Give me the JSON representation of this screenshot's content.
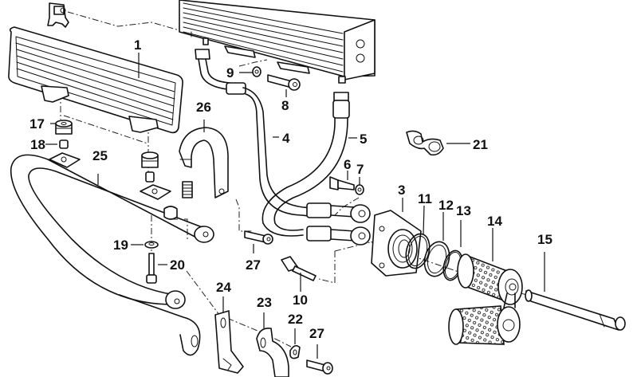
{
  "diagram": {
    "title": "Oil cooler assembly – exploded parts view",
    "callouts": [
      {
        "id": "1",
        "part": "oil-cooler-grille"
      },
      {
        "id": "3",
        "part": "filter-housing-flange"
      },
      {
        "id": "4",
        "part": "oil-cooler-line-feed"
      },
      {
        "id": "5",
        "part": "oil-cooler-line-return"
      },
      {
        "id": "6",
        "part": "hollow-bolt"
      },
      {
        "id": "7",
        "part": "seal-ring"
      },
      {
        "id": "8",
        "part": "hex-socket-screw"
      },
      {
        "id": "9",
        "part": "washer"
      },
      {
        "id": "10",
        "part": "hex-socket-screw"
      },
      {
        "id": "11",
        "part": "o-ring"
      },
      {
        "id": "12",
        "part": "gasket-ring"
      },
      {
        "id": "13",
        "part": "o-ring-small"
      },
      {
        "id": "14",
        "part": "oil-filter-element"
      },
      {
        "id": "15",
        "part": "filter-center-bolt"
      },
      {
        "id": "17",
        "part": "rubber-mount"
      },
      {
        "id": "18",
        "part": "spacer-sleeve"
      },
      {
        "id": "19",
        "part": "washer"
      },
      {
        "id": "20",
        "part": "hex-socket-screw"
      },
      {
        "id": "21",
        "part": "hose-clip"
      },
      {
        "id": "22",
        "part": "nut-clip"
      },
      {
        "id": "23",
        "part": "bracket"
      },
      {
        "id": "24",
        "part": "bracket"
      },
      {
        "id": "25",
        "part": "support-bracket-tube"
      },
      {
        "id": "26",
        "part": "clamp-bracket"
      },
      {
        "id": "27",
        "part": "hex-socket-screw"
      }
    ],
    "labels": {
      "c1": "1",
      "c3": "3",
      "c4": "4",
      "c5": "5",
      "c6": "6",
      "c7": "7",
      "c8": "8",
      "c9": "9",
      "c10": "10",
      "c11": "11",
      "c12": "12",
      "c13": "13",
      "c14": "14",
      "c15": "15",
      "c17": "17",
      "c18": "18",
      "c19": "19",
      "c20": "20",
      "c21": "21",
      "c22": "22",
      "c23": "23",
      "c24": "24",
      "c25": "25",
      "c26": "26",
      "c27a": "27",
      "c27b": "27"
    }
  }
}
